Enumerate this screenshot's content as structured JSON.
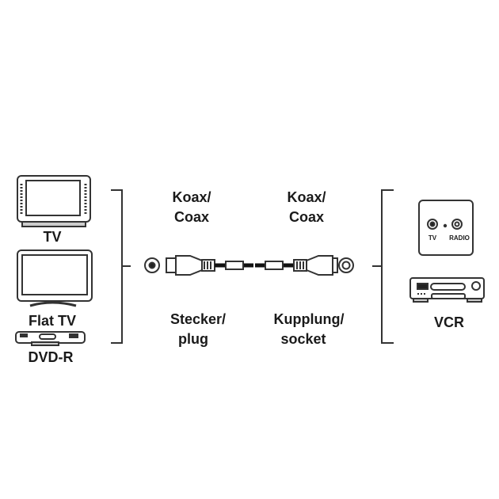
{
  "left_devices": {
    "tv": "TV",
    "flat_tv": "Flat TV",
    "dvd": "DVD-R"
  },
  "right_devices": {
    "wall_socket": {
      "tv": "TV",
      "radio": "RADIO"
    },
    "vcr": "VCR"
  },
  "cable": {
    "left_top": [
      "Koax/",
      "Coax"
    ],
    "right_top": [
      "Koax/",
      "Coax"
    ],
    "left_bottom": [
      "Stecker/",
      "plug"
    ],
    "right_bottom": [
      "Kupplung/",
      "socket"
    ]
  }
}
